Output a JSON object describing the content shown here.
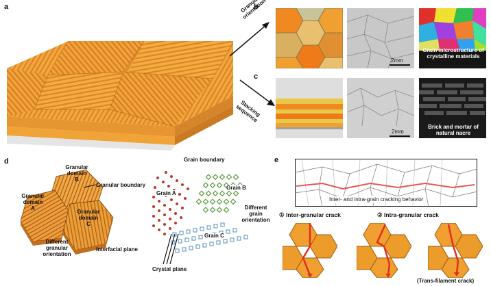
{
  "panels": {
    "a": {
      "label": "a"
    },
    "b": {
      "label": "b",
      "arrow_text": [
        "Granular",
        "orientation"
      ],
      "scale": "2mm",
      "photo_caption": [
        "Grain microstructure of",
        "crystalline materials"
      ]
    },
    "c": {
      "label": "c",
      "arrow_text": [
        "Stacking",
        "sequence"
      ],
      "scale": "2mm",
      "photo_caption": [
        "Brick and mortar of",
        "natural nacre"
      ]
    },
    "d": {
      "label": "d",
      "left_labels": {
        "domain_b": [
          "Granular",
          "domain",
          "B"
        ],
        "domain_a": [
          "Granular",
          "domain",
          "A"
        ],
        "domain_c": [
          "Granular",
          "domain",
          "C"
        ],
        "granular_boundary": "Granular boundary",
        "different_orientation": [
          "Different",
          "granular",
          "orientation"
        ],
        "interfacial_plane": "Interfacial plane"
      },
      "right_labels": {
        "grain_boundary": "Grain boundary",
        "grain_a": "Grain A",
        "grain_b": "Grain B",
        "grain_c": "Grain C",
        "different_grain_orientation": [
          "Different",
          "grain",
          "orientation"
        ],
        "crystal_plane": "Crystal plane"
      }
    },
    "e": {
      "label": "e",
      "box_caption": "Inter- and intra-grain cracking behavior",
      "crack1": "① Inter-granular crack",
      "crack2": "② Intra-granular crack",
      "crack3": "(Trans-filament crack)"
    }
  },
  "colors": {
    "orange": "#f0a030",
    "dark_orange": "#c87820",
    "red": "#c0392b",
    "green": "#5a9a3c",
    "blue": "#6fa0c8",
    "crack_red": "#e03020"
  }
}
